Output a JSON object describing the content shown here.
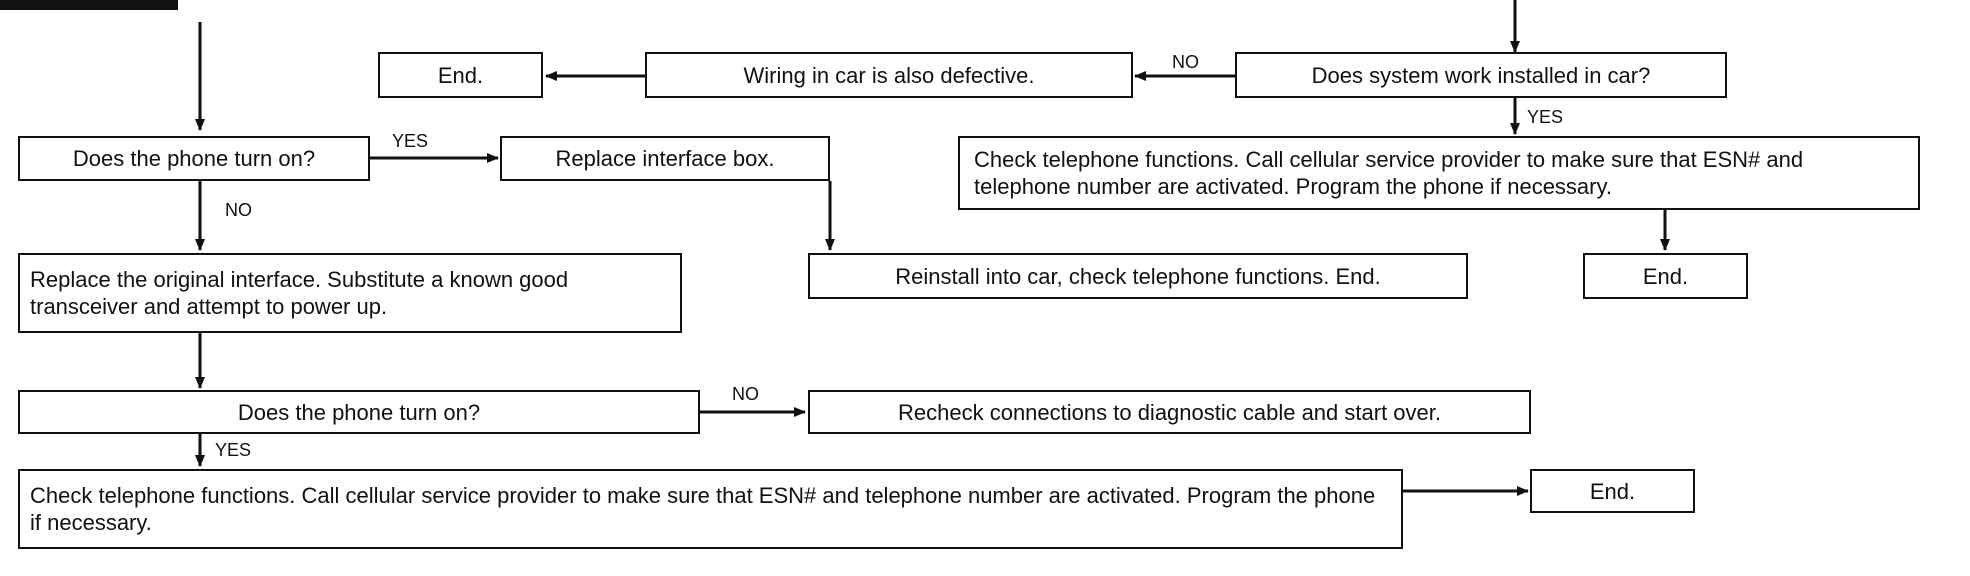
{
  "boxes": {
    "end_top_left": "End.",
    "wiring_defective": "Wiring in car is also defective.",
    "system_works_in_car": "Does system work installed in car?",
    "phone_turn_on_1": "Does the phone turn on?",
    "replace_interface_box": "Replace interface box.",
    "check_functions_right": "Check telephone functions. Call cellular service provider to make sure that ESN# and telephone number are activated. Program the phone if necessary.",
    "replace_original_interface": "Replace the original interface. Substitute a known good transceiver and attempt to power up.",
    "reinstall_into_car": "Reinstall into car, check telephone functions. End.",
    "end_right": "End.",
    "phone_turn_on_2": "Does the phone turn on?",
    "recheck_connections": "Recheck connections to diagnostic cable and start over.",
    "check_functions_bottom": "Check telephone functions. Call cellular service provider to make sure that ESN# and telephone number are activated. Program the phone if necessary.",
    "end_bottom": "End."
  },
  "labels": {
    "no_system": "NO",
    "yes_system": "YES",
    "yes_phone_1": "YES",
    "no_phone_1": "NO",
    "no_phone_2": "NO",
    "yes_phone_2": "YES"
  }
}
